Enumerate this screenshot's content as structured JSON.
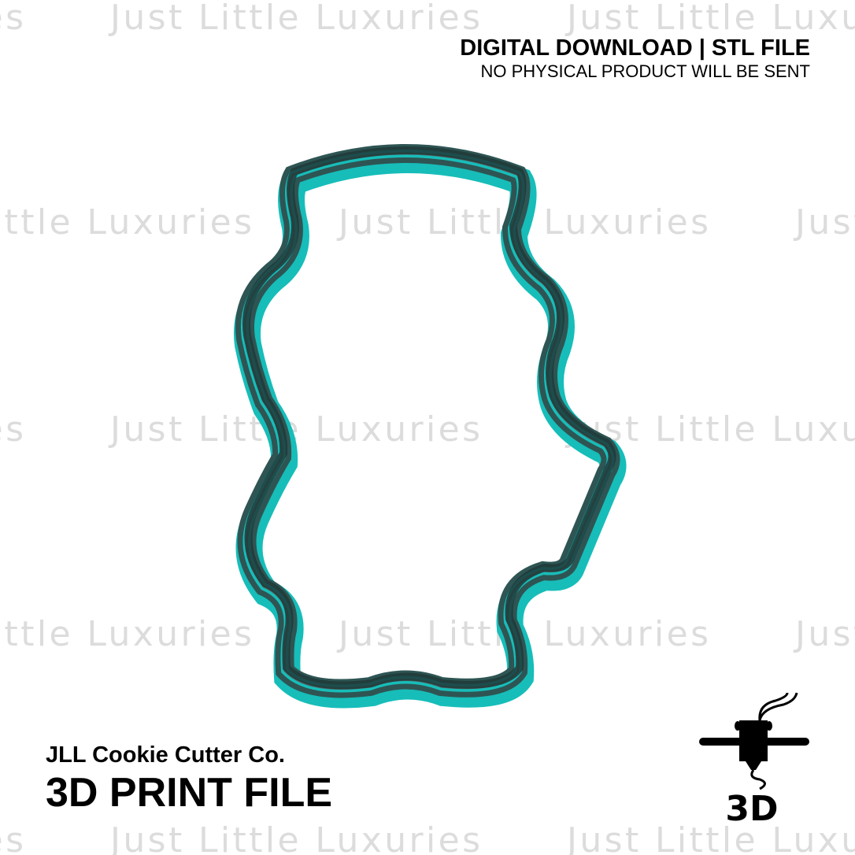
{
  "watermark": "Just Little Luxuries",
  "header": {
    "line1": "DIGITAL DOWNLOAD | STL FILE",
    "line2": "NO PHYSICAL PRODUCT WILL BE SENT"
  },
  "brand": {
    "company": "JLL Cookie Cutter Co.",
    "subtitle": "3D PRINT FILE"
  },
  "badge": {
    "label": "3D"
  },
  "colors": {
    "teal": "#17bdb9",
    "dark": "#1f3a38",
    "watermark": "#dcdcdc"
  }
}
